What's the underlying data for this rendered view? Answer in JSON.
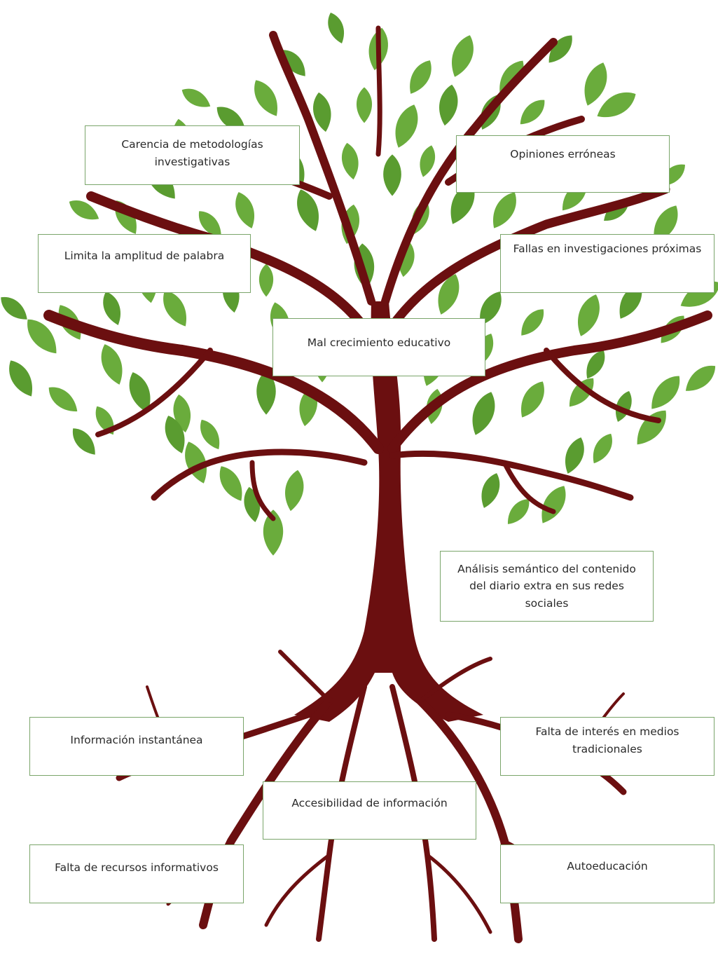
{
  "title": "",
  "colors": {
    "trunk": "#6b0f10",
    "leaf": "#6aac3c",
    "leaf_dark": "#5a9c30",
    "box_border": "#7aa56a"
  },
  "effects": [
    {
      "id": "e1",
      "text": "Carencia de metodologías investigativas"
    },
    {
      "id": "e2",
      "text": "Opiniones erróneas"
    },
    {
      "id": "e3",
      "text": "Limita la amplitud de palabra"
    },
    {
      "id": "e4",
      "text": "Fallas en investigaciones próximas"
    },
    {
      "id": "e5",
      "text": "Mal crecimiento educativo"
    }
  ],
  "problem": {
    "text": "Análisis semántico del contenido del diario extra en sus redes sociales"
  },
  "causes": [
    {
      "id": "c1",
      "text": "Información instantánea"
    },
    {
      "id": "c2",
      "text": "Falta de interés en medios tradicionales"
    },
    {
      "id": "c3",
      "text": "Accesibilidad de información"
    },
    {
      "id": "c4",
      "text": "Falta de recursos informativos"
    },
    {
      "id": "c5",
      "text": "Autoeducación"
    }
  ]
}
